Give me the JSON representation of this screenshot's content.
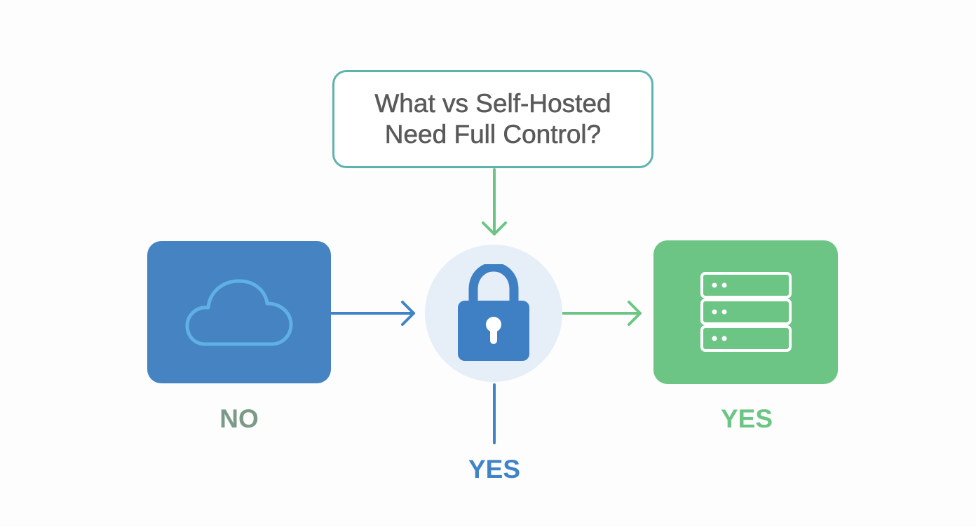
{
  "question": {
    "line1": "What vs Self-Hosted",
    "line2": "Need Full Control?"
  },
  "nodes": {
    "cloud": {
      "icon": "cloud-icon",
      "color": "#4683c3"
    },
    "lock": {
      "icon": "lock-icon",
      "color": "#4683c3",
      "background": "#e6eff8"
    },
    "server": {
      "icon": "server-icon",
      "color": "#6cc584"
    }
  },
  "labels": {
    "no": "NO",
    "yes_bottom": "YES",
    "yes_right": "YES"
  },
  "colors": {
    "question_border": "#5fb3ae",
    "arrow_green": "#6cc584",
    "arrow_blue": "#3f84c6",
    "label_no": "#7b9a88"
  }
}
